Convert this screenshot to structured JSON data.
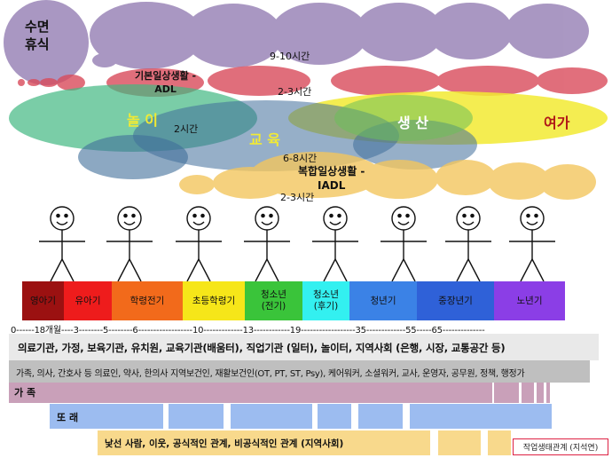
{
  "activities": {
    "sleep_rest": "수면\n휴식",
    "sleep_hours": "9-10시간",
    "adl": "기본일상생활 -\nADL",
    "adl_hours": "2-3시간",
    "play": "놀 이",
    "play_hours": "2시간",
    "education": "교 육",
    "production": "생 산",
    "leisure": "여가",
    "education_hours": "6-8시간",
    "iadl": "복합일상생활 -\nIADL",
    "iadl_hours": "2-3시간"
  },
  "stages": [
    {
      "label": "영아기",
      "color": "#9b1111"
    },
    {
      "label": "유아기",
      "color": "#ee1c1c"
    },
    {
      "label": "학령전기",
      "color": "#f26a1b"
    },
    {
      "label": "초등학령기",
      "color": "#f6e619"
    },
    {
      "label": "청소년\n(전기)",
      "color": "#3ac43a"
    },
    {
      "label": "청소년\n(후기)",
      "color": "#33f0f0"
    },
    {
      "label": "청년기",
      "color": "#3b82e6"
    },
    {
      "label": "중장년기",
      "color": "#2f61d8"
    },
    {
      "label": "노년기",
      "color": "#8b3ee6"
    }
  ],
  "age_scale": "0------18개월----3--------5--------6------------------10-------------13------------19------------------35-------------55-----65--------------",
  "institutions": "의료기관,  가정, 보육기관, 유치원, 교육기관(배움터), 직업기관 (일터), 놀이터, 지역사회 (은행, 시장, 교통공간 등)",
  "professionals": "가족, 의사, 간호사 등 의료인, 약사, 한의사 지역보건인, 재활보건인(OT, PT, ST, Psy), 케어워커, 소셜워커, 교사, 운영자, 공무원, 정책, 행정가",
  "relations": {
    "family": "가 족",
    "peers": "또 래",
    "community": "낯선 사람, 이웃, 공식적인 관계, 비공식적인 관계    (지역사회)"
  },
  "credit": "작업생태관계 (지석연)",
  "colors": {
    "sleep": "#9b86b8",
    "adl": "#d94b5b",
    "play": "#42b882",
    "education": "#3f6e9a",
    "production": "#f2ea33",
    "iadl": "#f3c65e",
    "family_bar": "#c9a0b9",
    "peer_bar": "#9cbcf0",
    "community_bar": "#f8d98c",
    "gray_band": "#bfbfbf"
  }
}
